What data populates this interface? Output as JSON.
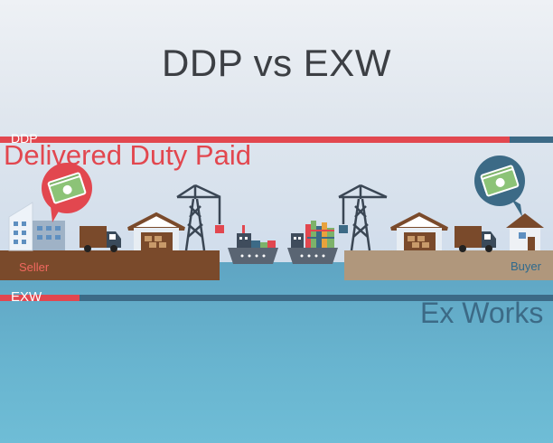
{
  "title": "DDP vs EXW",
  "ddp": {
    "abbr": "DDP",
    "full": "Delivered Duty Paid"
  },
  "exw": {
    "abbr": "EXW",
    "full": "Ex Works"
  },
  "seller_label": "Seller",
  "buyer_label": "Buyer",
  "colors": {
    "red": "#e2474f",
    "steel_blue": "#3c6a86",
    "seller_land": "#7a4a2b",
    "buyer_land": "#b0977c",
    "sea": "#63abc9"
  },
  "icons": [
    "office-building-icon",
    "money-bubble-icon",
    "truck-icon",
    "warehouse-icon",
    "crane-icon",
    "cargo-ship-icon",
    "house-icon"
  ]
}
